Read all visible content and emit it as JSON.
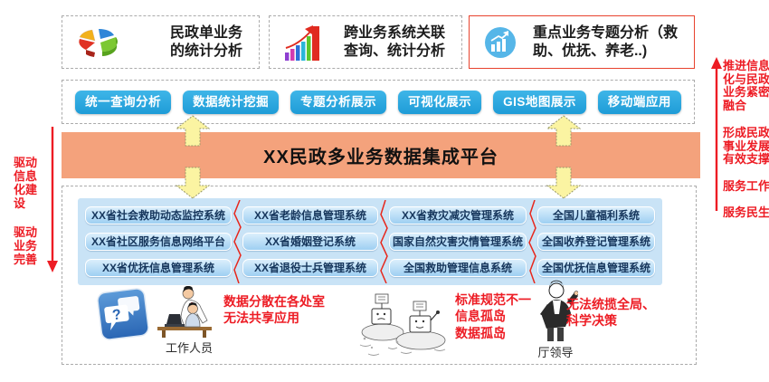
{
  "top_boxes": [
    {
      "icon": "pie-chart-icon",
      "label": "民政单业务\n的统计分析"
    },
    {
      "icon": "bar-chart-icon",
      "label": "跨业务系统关联\n查询、统计分析"
    },
    {
      "icon": "trend-circle-icon",
      "label": "重点业务专题分析（救\n助、优抚、养老..)"
    }
  ],
  "capability_bar": {
    "buttons": [
      "统一查询分析",
      "数据统计挖掘",
      "专题分析展示",
      "可视化展示",
      "GIS地图展示",
      "移动端应用"
    ]
  },
  "platform_banner": {
    "title": "XX民政多业务数据集成平台"
  },
  "source_systems": {
    "columns": [
      {
        "items": [
          "XX省社会救助动态监控系统",
          "XX省社区服务信息网络平台",
          "XX省优抚信息管理系统"
        ]
      },
      {
        "items": [
          "XX省老龄信息管理系统",
          "XX省婚姻登记系统",
          "XX省退役士兵管理系统"
        ]
      },
      {
        "items": [
          "XX省救灾减灾管理系统",
          "国家自然灾害灾情管理系统",
          "全国救助管理信息系统"
        ]
      },
      {
        "items": [
          "全国儿童福利系统",
          "全国收养登记管理系统",
          "全国优抚信息管理系统"
        ]
      }
    ]
  },
  "pain_points": {
    "staff": {
      "role_label": "工作人员",
      "issue": "数据分散在各处室\n无法共享应用"
    },
    "islands": {
      "issue": "标准规范不一\n信息孤岛\n数据孤岛"
    },
    "leader": {
      "role_label": "厅领导",
      "issue": "无法统揽全局、\n科学决策"
    }
  },
  "side_notes": {
    "left": {
      "items": [
        "驱动\n信息\n化建\n设",
        "驱动\n业务\n完善"
      ]
    },
    "right": {
      "items": [
        "推进信息\n化与民政\n业务紧密\n融合",
        "形成民政\n事业发展\n有效支撑",
        "服务工作",
        "服务民生"
      ]
    }
  },
  "colors": {
    "accent_blue": "#1e9cd7",
    "banner_orange": "#F4A27C",
    "panel_blue": "#C9E3F6",
    "pill_blue": "#9ecff2",
    "note_red": "#ed1c24",
    "arrow_yellow": "#FBF4A2"
  }
}
